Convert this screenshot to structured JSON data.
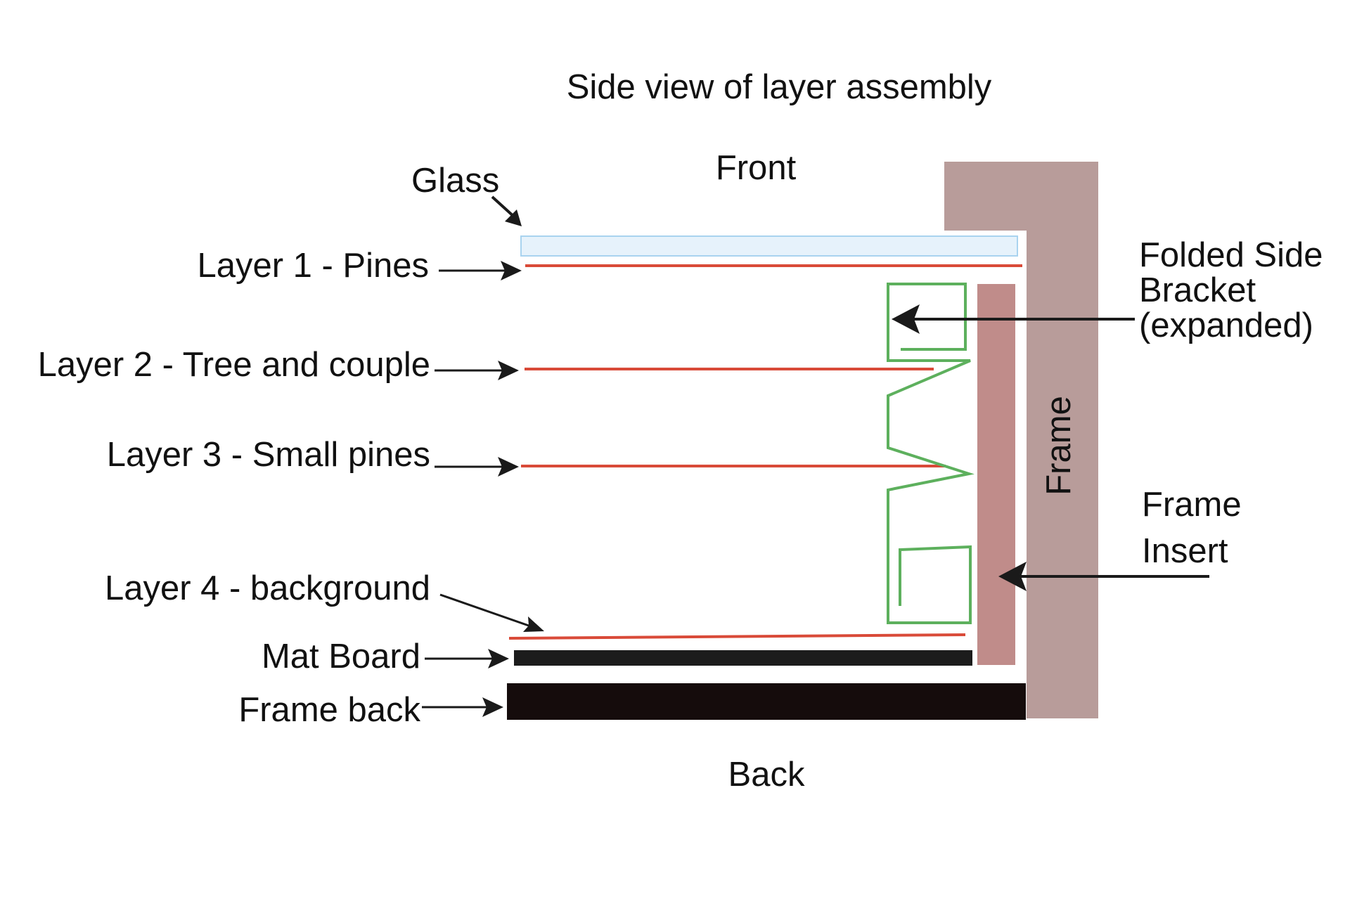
{
  "title": "Side view of layer assembly",
  "orientation": {
    "front": "Front",
    "back": "Back"
  },
  "labels": {
    "glass": "Glass",
    "layer1": "Layer 1 - Pines",
    "layer2": "Layer 2 - Tree and couple",
    "layer3": "Layer 3 - Small pines",
    "layer4": "Layer 4 - background",
    "mat_board": "Mat Board",
    "frame_back": "Frame back",
    "frame": "Frame",
    "bracket_line1": "Folded Side",
    "bracket_line2": "Bracket",
    "bracket_line3": "(expanded)",
    "insert_line1": "Frame",
    "insert_line2": "Insert"
  },
  "colors": {
    "frame": "#b89c9a",
    "frame_insert": "#c08c8a",
    "glass_fill": "#e6f2fb",
    "glass_stroke": "#a9d3ef",
    "layer_line": "#d94a38",
    "bracket": "#5db05d",
    "mat_board": "#1c1c1c",
    "frame_back": "#150c0c",
    "arrow": "#1a1a1a"
  }
}
